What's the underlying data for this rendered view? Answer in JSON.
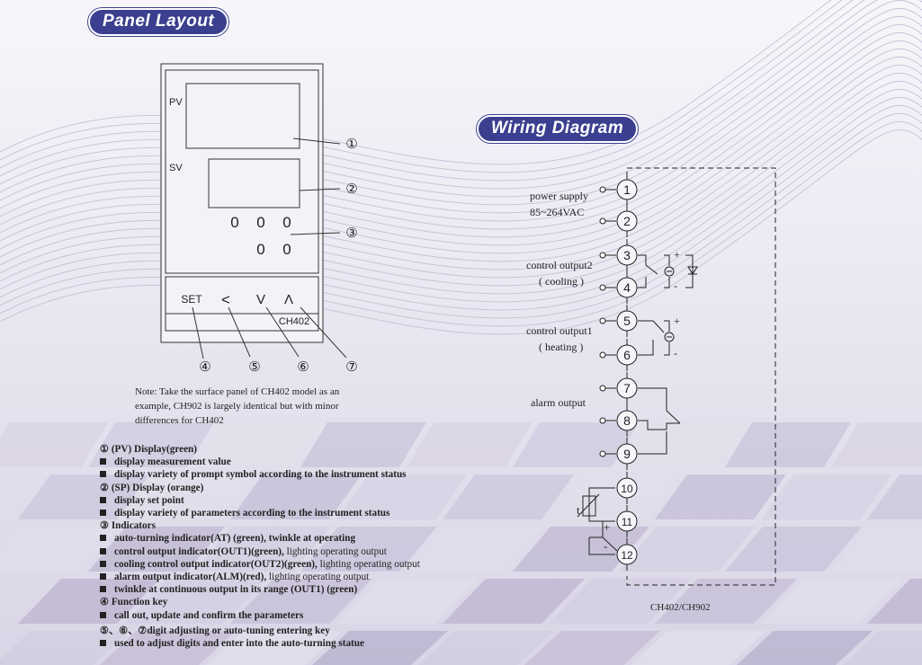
{
  "titles": {
    "panel_layout": "Panel Layout",
    "wiring_diagram": "Wiring Diagram"
  },
  "panel": {
    "pv_label": "PV",
    "sv_label": "SV",
    "indicators_row1": [
      "0",
      "0",
      "0"
    ],
    "indicators_row2": [
      "0",
      "0"
    ],
    "keys": [
      "SET",
      "<",
      "V",
      "Λ"
    ],
    "model": "CH402",
    "callouts": [
      "①",
      "②",
      "③",
      "④",
      "⑤",
      "⑥",
      "⑦"
    ]
  },
  "note": "Note: Take the surface panel of CH402 model as an example, CH902 is largely identical but with minor differences for CH402",
  "sections": [
    {
      "heading": "① (PV) Display(green)",
      "items": [
        {
          "text": "display measurement value"
        },
        {
          "text": "display variety of prompt symbol according to the instrument status"
        }
      ]
    },
    {
      "heading": "② (SP) Display (orange)",
      "items": [
        {
          "text": "display set point"
        },
        {
          "text": "display variety of parameters according to the instrument status"
        }
      ]
    },
    {
      "heading": "③ Indicators",
      "items": [
        {
          "text": "auto-turning indicator(AT) (green), twinkle at operating"
        },
        {
          "text": "control output indicator(OUT1)(green),",
          "light": " lighting operating output"
        },
        {
          "text": "cooling control output indicator(OUT2)(green),",
          "light": " lighting operating output"
        },
        {
          "text": "alarm output indicator(ALM)(red),",
          "light": " lighting operating output"
        },
        {
          "text": "twinkle at continuous output in its range (OUT1) (green)"
        }
      ]
    },
    {
      "heading": "④ Function key",
      "items": [
        {
          "text": "call out, update and confirm the parameters"
        }
      ]
    },
    {
      "heading": "⑤、⑥、⑦digit adjusting or auto-tuning entering key",
      "items": [
        {
          "text": "used to adjust digits and enter into the auto-turning statue"
        }
      ]
    }
  ],
  "wiring": {
    "terminals": [
      "1",
      "2",
      "3",
      "4",
      "5",
      "6",
      "7",
      "8",
      "9",
      "10",
      "11",
      "12"
    ],
    "labels": {
      "power_supply": "power supply",
      "voltage": "85~264VAC",
      "control_output2": "control output2",
      "cooling": "( cooling )",
      "control_output1": "control output1",
      "heating": "( heating )",
      "alarm_output": "alarm output"
    },
    "signs": {
      "plus": "+",
      "minus": "-",
      "t": "t"
    },
    "model": "CH402/CH902"
  }
}
